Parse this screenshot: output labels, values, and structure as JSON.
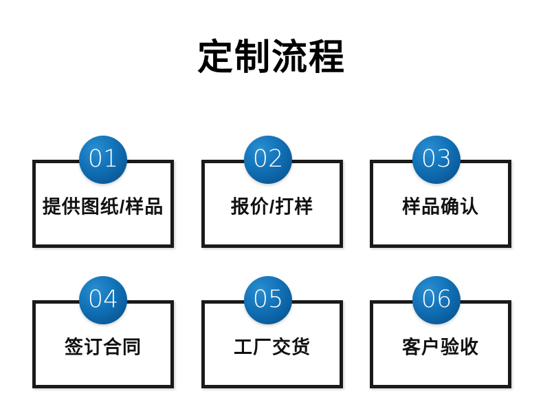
{
  "page": {
    "title": "定制流程",
    "background_color": "#ffffff",
    "accent_color": "#1272b8",
    "border_color": "#1a1a1a",
    "text_color": "#111111"
  },
  "steps": [
    {
      "number": "01",
      "label": "提供图纸/样品"
    },
    {
      "number": "02",
      "label": "报价/打样"
    },
    {
      "number": "03",
      "label": "样品确认"
    },
    {
      "number": "04",
      "label": "签订合同"
    },
    {
      "number": "05",
      "label": "工厂交货"
    },
    {
      "number": "06",
      "label": "客户验收"
    }
  ]
}
